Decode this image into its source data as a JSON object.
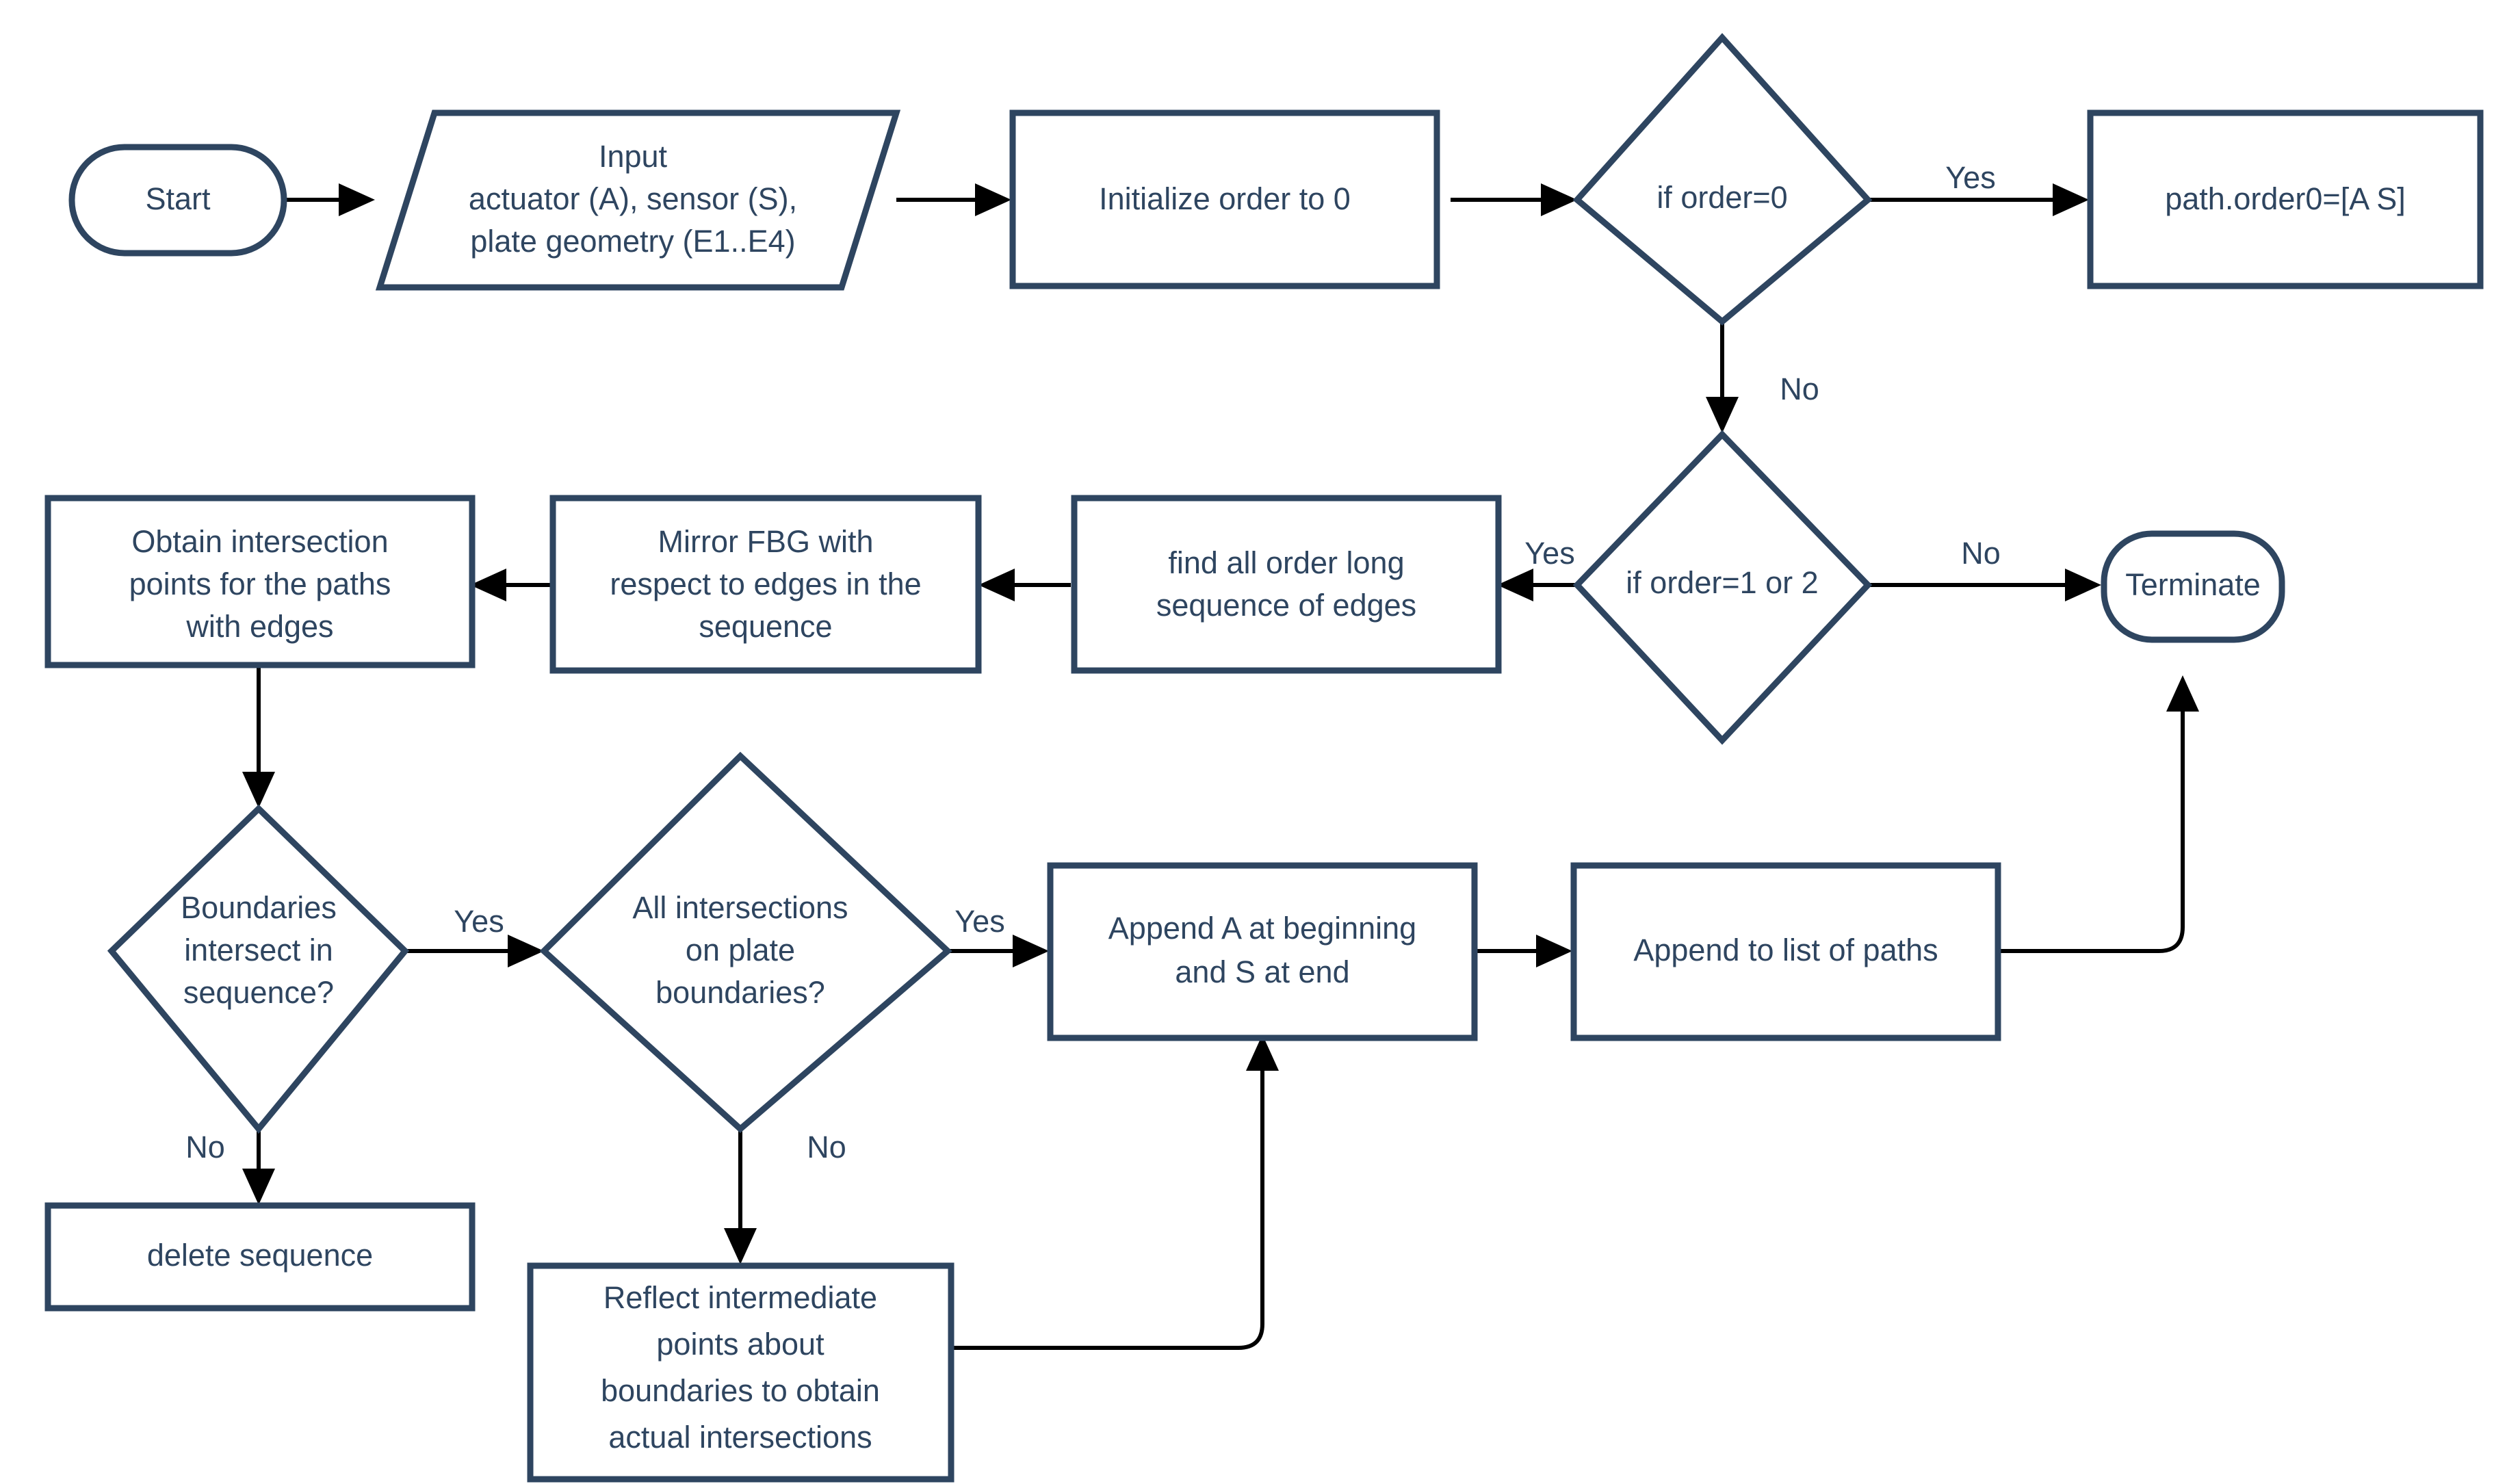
{
  "diagram": {
    "title": "Ray-tracing path generation flowchart",
    "colors": {
      "node_stroke": "#2e4560",
      "node_fill": "#ffffff",
      "connector": "#000000",
      "text": "#2e4560",
      "background": "#ffffff"
    },
    "nodes": [
      {
        "id": "start",
        "type": "terminator",
        "label": "Start"
      },
      {
        "id": "input",
        "type": "io",
        "label_lines": [
          "Input",
          "actuator (A), sensor (S),",
          "plate geometry (E1..E4)"
        ]
      },
      {
        "id": "init_order",
        "type": "process",
        "label_lines": [
          "Initialize order to 0"
        ]
      },
      {
        "id": "if_order_0",
        "type": "decision",
        "label_lines": [
          "if order=0"
        ]
      },
      {
        "id": "path_order0",
        "type": "process",
        "label_lines": [
          "path.order0=[A S]"
        ]
      },
      {
        "id": "if_order_1_or_2",
        "type": "decision",
        "label_lines": [
          "if order=1 or 2"
        ]
      },
      {
        "id": "terminate",
        "type": "terminator",
        "label": "Terminate"
      },
      {
        "id": "find_sequences",
        "type": "process",
        "label_lines": [
          "find all order long",
          "sequence of edges"
        ]
      },
      {
        "id": "mirror_fbg",
        "type": "process",
        "label_lines": [
          "Mirror FBG with",
          "respect to edges in the",
          "sequence"
        ]
      },
      {
        "id": "obtain_points",
        "type": "process",
        "label_lines": [
          "Obtain intersection",
          "points for the paths",
          "with edges"
        ]
      },
      {
        "id": "bound_intersect",
        "type": "decision",
        "label_lines": [
          "Boundaries",
          "intersect in",
          "sequence?"
        ]
      },
      {
        "id": "delete_sequence",
        "type": "process",
        "label_lines": [
          "delete sequence"
        ]
      },
      {
        "id": "all_on_plate",
        "type": "decision",
        "label_lines": [
          "All intersections",
          "on plate",
          "boundaries?"
        ]
      },
      {
        "id": "reflect_points",
        "type": "process",
        "label_lines": [
          "Reflect intermediate",
          "points about",
          "boundaries to obtain",
          "actual intersections"
        ]
      },
      {
        "id": "append_a_s",
        "type": "process",
        "label_lines": [
          "Append A at beginning",
          "and S at end"
        ]
      },
      {
        "id": "append_list",
        "type": "process",
        "label_lines": [
          "Append to list of paths"
        ]
      }
    ],
    "edges": [
      {
        "from": "start",
        "to": "input",
        "label": ""
      },
      {
        "from": "input",
        "to": "init_order",
        "label": ""
      },
      {
        "from": "init_order",
        "to": "if_order_0",
        "label": ""
      },
      {
        "from": "if_order_0",
        "to": "path_order0",
        "label": "Yes"
      },
      {
        "from": "if_order_0",
        "to": "if_order_1_or_2",
        "label": "No"
      },
      {
        "from": "if_order_1_or_2",
        "to": "terminate",
        "label": "No"
      },
      {
        "from": "if_order_1_or_2",
        "to": "find_sequences",
        "label": "Yes"
      },
      {
        "from": "find_sequences",
        "to": "mirror_fbg",
        "label": ""
      },
      {
        "from": "mirror_fbg",
        "to": "obtain_points",
        "label": ""
      },
      {
        "from": "obtain_points",
        "to": "bound_intersect",
        "label": ""
      },
      {
        "from": "bound_intersect",
        "to": "delete_sequence",
        "label": "No"
      },
      {
        "from": "bound_intersect",
        "to": "all_on_plate",
        "label": "Yes"
      },
      {
        "from": "all_on_plate",
        "to": "append_a_s",
        "label": "Yes"
      },
      {
        "from": "all_on_plate",
        "to": "reflect_points",
        "label": "No"
      },
      {
        "from": "reflect_points",
        "to": "append_a_s",
        "label": ""
      },
      {
        "from": "append_a_s",
        "to": "append_list",
        "label": ""
      },
      {
        "from": "append_list",
        "to": "terminate",
        "label": ""
      }
    ],
    "labels": {
      "start": "Start",
      "input_l1": "Input",
      "input_l2": "actuator (A), sensor (S),",
      "input_l3": "plate geometry (E1..E4)",
      "init_order": "Initialize order to 0",
      "if_order_0": "if order=0",
      "path_order0": "path.order0=[A S]",
      "if_order_12": "if order=1 or 2",
      "terminate": "Terminate",
      "find_l1": "find all order long",
      "find_l2": "sequence of edges",
      "mirror_l1": "Mirror FBG with",
      "mirror_l2": "respect to edges in the",
      "mirror_l3": "sequence",
      "obtain_l1": "Obtain intersection",
      "obtain_l2": "points for the paths",
      "obtain_l3": "with edges",
      "bound_l1": "Boundaries",
      "bound_l2": "intersect in",
      "bound_l3": "sequence?",
      "delete_sequence": "delete sequence",
      "allplate_l1": "All intersections",
      "allplate_l2": "on plate",
      "allplate_l3": "boundaries?",
      "reflect_l1": "Reflect intermediate",
      "reflect_l2": "points about",
      "reflect_l3": "boundaries to obtain",
      "reflect_l4": "actual intersections",
      "append_as_l1": "Append A at beginning",
      "append_as_l2": "and S at end",
      "append_list": "Append to list of paths",
      "yes_order0": "Yes",
      "no_order0": "No",
      "no_order12": "No",
      "yes_order12": "Yes",
      "yes_bound": "Yes",
      "no_bound": "No",
      "yes_allplate": "Yes",
      "no_allplate": "No"
    }
  }
}
